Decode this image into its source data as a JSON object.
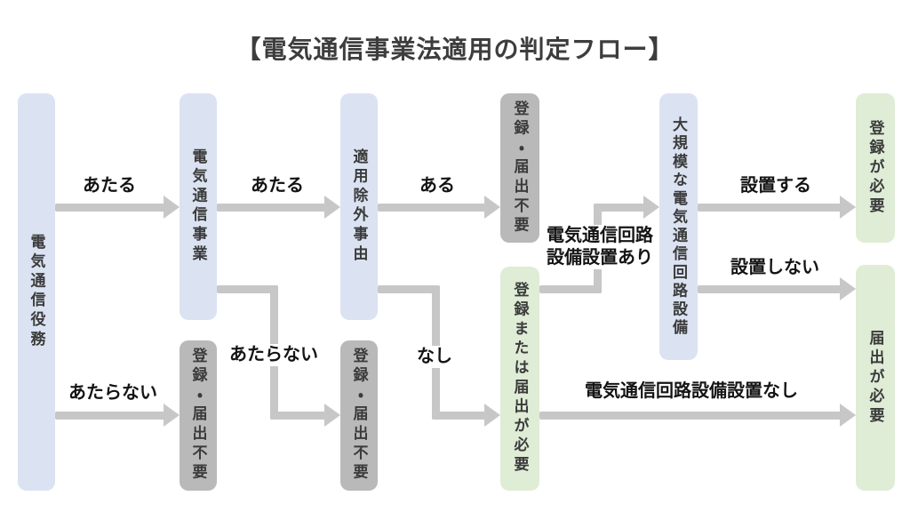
{
  "title": "【電気通信事業法適用の判定フロー】",
  "colors": {
    "blue_box": "#dbe3f2",
    "gray_box": "#b9b9b9",
    "green_box": "#dfecd6",
    "arrow": "#c7c7c7",
    "box_text": "#3b3b3b",
    "label_text": "#141414",
    "title_text": "#3d3d3d",
    "background": "#ffffff"
  },
  "nodes": [
    {
      "label": "電気通信役務",
      "type": "blue"
    },
    {
      "label": "電気通信事業",
      "type": "blue"
    },
    {
      "label": "登録・届出不要",
      "type": "gray"
    },
    {
      "label": "適用除外事由",
      "type": "blue"
    },
    {
      "label": "登録・届出不要",
      "type": "gray"
    },
    {
      "label": "登録・届出不要",
      "type": "gray"
    },
    {
      "label": "登録または届出が必要",
      "type": "green"
    },
    {
      "label": "大規模な電気通信回路設備",
      "type": "blue"
    },
    {
      "label": "登録が必要",
      "type": "green"
    },
    {
      "label": "届出が必要",
      "type": "green"
    }
  ],
  "edges": [
    {
      "from": "電気通信役務",
      "to": "電気通信事業",
      "label": "あたる"
    },
    {
      "from": "電気通信役務",
      "to": "登録・届出不要",
      "label": "あたらない"
    },
    {
      "from": "電気通信事業",
      "to": "適用除外事由",
      "label": "あたる"
    },
    {
      "from": "電気通信事業",
      "to": "登録・届出不要",
      "label": "あたらない"
    },
    {
      "from": "適用除外事由",
      "to": "登録・届出不要",
      "label": "ある"
    },
    {
      "from": "適用除外事由",
      "to": "登録または届出が必要",
      "label": "なし"
    },
    {
      "from": "登録または届出が必要",
      "to": "大規模な電気通信回路設備",
      "label": "電気通信回路\n設備設置あり"
    },
    {
      "from": "大規模な電気通信回路設備",
      "to": "登録が必要",
      "label": "設置する"
    },
    {
      "from": "大規模な電気通信回路設備",
      "to": "届出が必要",
      "label": "設置しない"
    },
    {
      "from": "登録または届出が必要",
      "to": "届出が必要",
      "label": "電気通信回路設備設置なし"
    }
  ]
}
